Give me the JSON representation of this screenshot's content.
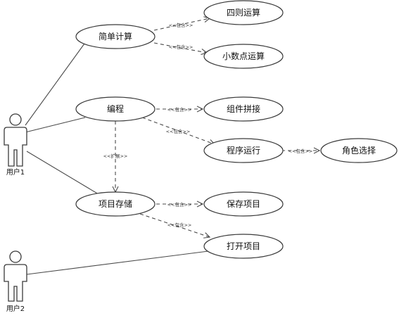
{
  "actors": [
    {
      "id": "user1",
      "label": "用户1"
    },
    {
      "id": "user2",
      "label": "用户2"
    }
  ],
  "use_cases": [
    {
      "id": "uc-simple-calc",
      "label": "简单计算"
    },
    {
      "id": "uc-four-ops",
      "label": "四则运算"
    },
    {
      "id": "uc-decimal",
      "label": "小数点运算"
    },
    {
      "id": "uc-programming",
      "label": "编程"
    },
    {
      "id": "uc-component",
      "label": "组件拼接"
    },
    {
      "id": "uc-run-program",
      "label": "程序运行"
    },
    {
      "id": "uc-role-select",
      "label": "角色选择"
    },
    {
      "id": "uc-project-store",
      "label": "项目存储"
    },
    {
      "id": "uc-save-project",
      "label": "保存项目"
    },
    {
      "id": "uc-open-project",
      "label": "打开项目"
    }
  ],
  "stereotypes": {
    "include": "<<包含>>",
    "extend": "<<扩展>>"
  },
  "colors": {
    "line": "#4a4a4a",
    "stroke": "#3a3a3a",
    "background": "#ffffff"
  }
}
